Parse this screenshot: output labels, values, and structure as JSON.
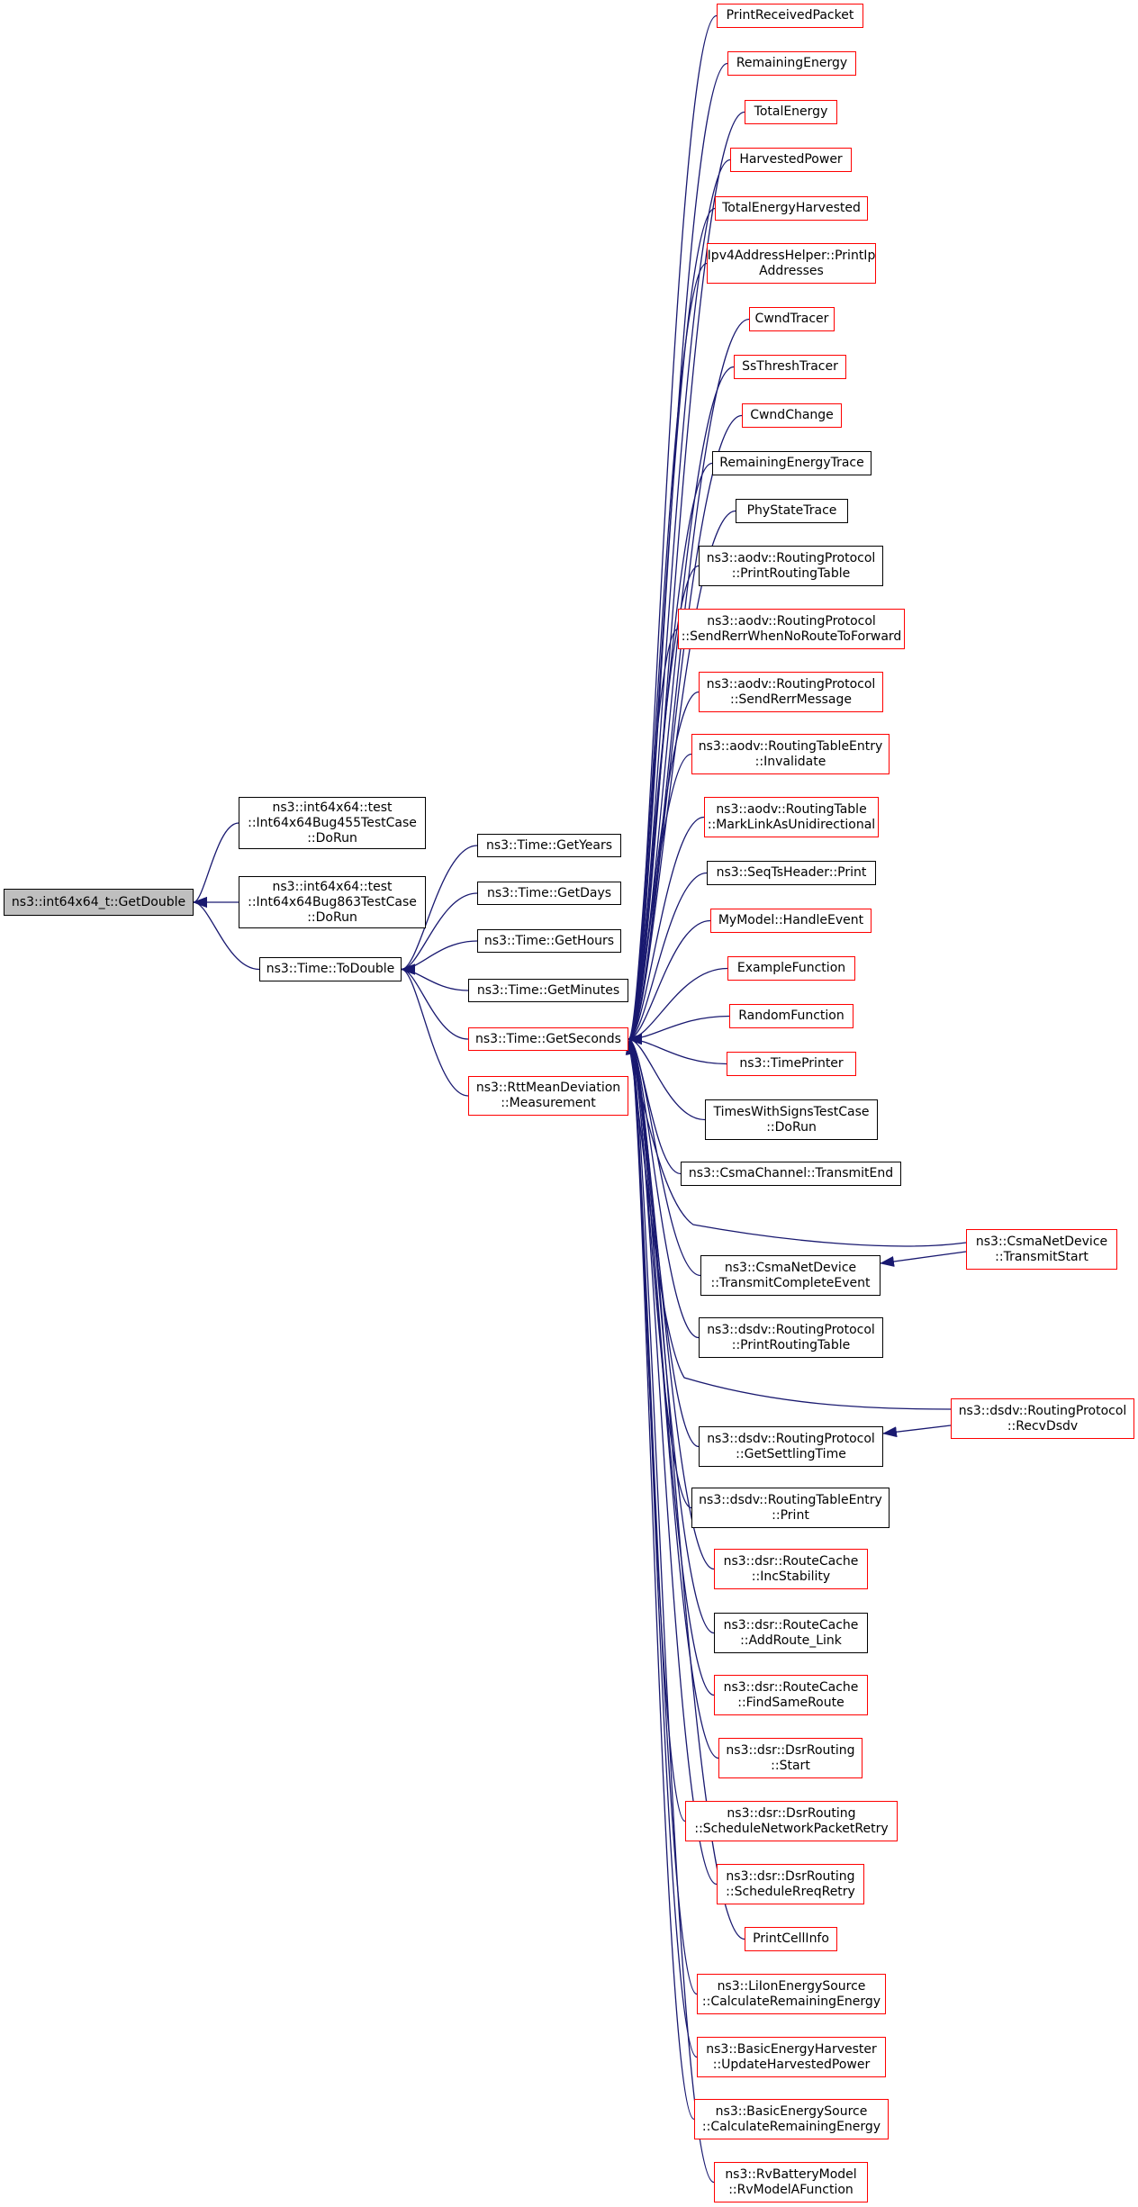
{
  "colors": {
    "edge": "#191970",
    "border_black": "#000000",
    "border_red": "#ff0000",
    "root_fill": "#bfbfbf"
  },
  "nodes": [
    {
      "id": "root",
      "lines": [
        "ns3::int64x64_t::GetDouble"
      ],
      "border": "black",
      "root": true
    },
    {
      "id": "bug455",
      "lines": [
        "ns3::int64x64::test",
        "::Int64x64Bug455TestCase",
        "::DoRun"
      ],
      "border": "black"
    },
    {
      "id": "bug863",
      "lines": [
        "ns3::int64x64::test",
        "::Int64x64Bug863TestCase",
        "::DoRun"
      ],
      "border": "black"
    },
    {
      "id": "todouble",
      "lines": [
        "ns3::Time::ToDouble"
      ],
      "border": "black"
    },
    {
      "id": "getyears",
      "lines": [
        "ns3::Time::GetYears"
      ],
      "border": "black"
    },
    {
      "id": "getdays",
      "lines": [
        "ns3::Time::GetDays"
      ],
      "border": "black"
    },
    {
      "id": "gethours",
      "lines": [
        "ns3::Time::GetHours"
      ],
      "border": "black"
    },
    {
      "id": "getminutes",
      "lines": [
        "ns3::Time::GetMinutes"
      ],
      "border": "black"
    },
    {
      "id": "getseconds",
      "lines": [
        "ns3::Time::GetSeconds"
      ],
      "border": "red"
    },
    {
      "id": "rttmean",
      "lines": [
        "ns3::RttMeanDeviation",
        "::Measurement"
      ],
      "border": "red"
    },
    {
      "id": "c00",
      "lines": [
        "PrintReceivedPacket"
      ],
      "border": "red"
    },
    {
      "id": "c01",
      "lines": [
        "RemainingEnergy"
      ],
      "border": "red"
    },
    {
      "id": "c02",
      "lines": [
        "TotalEnergy"
      ],
      "border": "red"
    },
    {
      "id": "c03",
      "lines": [
        "HarvestedPower"
      ],
      "border": "red"
    },
    {
      "id": "c04",
      "lines": [
        "TotalEnergyHarvested"
      ],
      "border": "red"
    },
    {
      "id": "c05",
      "lines": [
        "Ipv4AddressHelper::PrintIp",
        "Addresses"
      ],
      "border": "red"
    },
    {
      "id": "c06",
      "lines": [
        "CwndTracer"
      ],
      "border": "red"
    },
    {
      "id": "c07",
      "lines": [
        "SsThreshTracer"
      ],
      "border": "red"
    },
    {
      "id": "c08",
      "lines": [
        "CwndChange"
      ],
      "border": "red"
    },
    {
      "id": "c09",
      "lines": [
        "RemainingEnergyTrace"
      ],
      "border": "black"
    },
    {
      "id": "c10",
      "lines": [
        "PhyStateTrace"
      ],
      "border": "black"
    },
    {
      "id": "c11",
      "lines": [
        "ns3::aodv::RoutingProtocol",
        "::PrintRoutingTable"
      ],
      "border": "black"
    },
    {
      "id": "c12",
      "lines": [
        "ns3::aodv::RoutingProtocol",
        "::SendRerrWhenNoRouteToForward"
      ],
      "border": "red"
    },
    {
      "id": "c13",
      "lines": [
        "ns3::aodv::RoutingProtocol",
        "::SendRerrMessage"
      ],
      "border": "red"
    },
    {
      "id": "c14",
      "lines": [
        "ns3::aodv::RoutingTableEntry",
        "::Invalidate"
      ],
      "border": "red"
    },
    {
      "id": "c15",
      "lines": [
        "ns3::aodv::RoutingTable",
        "::MarkLinkAsUnidirectional"
      ],
      "border": "red"
    },
    {
      "id": "c16",
      "lines": [
        "ns3::SeqTsHeader::Print"
      ],
      "border": "black"
    },
    {
      "id": "c17",
      "lines": [
        "MyModel::HandleEvent"
      ],
      "border": "red"
    },
    {
      "id": "c18",
      "lines": [
        "ExampleFunction"
      ],
      "border": "red"
    },
    {
      "id": "c19",
      "lines": [
        "RandomFunction"
      ],
      "border": "red"
    },
    {
      "id": "c20",
      "lines": [
        "ns3::TimePrinter"
      ],
      "border": "red"
    },
    {
      "id": "c21",
      "lines": [
        "TimesWithSignsTestCase",
        "::DoRun"
      ],
      "border": "black"
    },
    {
      "id": "c22",
      "lines": [
        "ns3::CsmaChannel::TransmitEnd"
      ],
      "border": "black"
    },
    {
      "id": "c23",
      "lines": [
        "ns3::CsmaNetDevice",
        "::TransmitCompleteEvent"
      ],
      "border": "black"
    },
    {
      "id": "c24",
      "lines": [
        "ns3::dsdv::RoutingProtocol",
        "::PrintRoutingTable"
      ],
      "border": "black"
    },
    {
      "id": "c25",
      "lines": [
        "ns3::dsdv::RoutingProtocol",
        "::GetSettlingTime"
      ],
      "border": "black"
    },
    {
      "id": "c26",
      "lines": [
        "ns3::dsdv::RoutingTableEntry",
        "::Print"
      ],
      "border": "black"
    },
    {
      "id": "c27",
      "lines": [
        "ns3::dsr::RouteCache",
        "::IncStability"
      ],
      "border": "red"
    },
    {
      "id": "c28",
      "lines": [
        "ns3::dsr::RouteCache",
        "::AddRoute_Link"
      ],
      "border": "black"
    },
    {
      "id": "c29",
      "lines": [
        "ns3::dsr::RouteCache",
        "::FindSameRoute"
      ],
      "border": "red"
    },
    {
      "id": "c30",
      "lines": [
        "ns3::dsr::DsrRouting",
        "::Start"
      ],
      "border": "red"
    },
    {
      "id": "c31",
      "lines": [
        "ns3::dsr::DsrRouting",
        "::ScheduleNetworkPacketRetry"
      ],
      "border": "red"
    },
    {
      "id": "c32",
      "lines": [
        "ns3::dsr::DsrRouting",
        "::ScheduleRreqRetry"
      ],
      "border": "red"
    },
    {
      "id": "c33",
      "lines": [
        "PrintCellInfo"
      ],
      "border": "red"
    },
    {
      "id": "c34",
      "lines": [
        "ns3::LiIonEnergySource",
        "::CalculateRemainingEnergy"
      ],
      "border": "red"
    },
    {
      "id": "c35",
      "lines": [
        "ns3::BasicEnergyHarvester",
        "::UpdateHarvestedPower"
      ],
      "border": "red"
    },
    {
      "id": "c36",
      "lines": [
        "ns3::BasicEnergySource",
        "::CalculateRemainingEnergy"
      ],
      "border": "red"
    },
    {
      "id": "c37",
      "lines": [
        "ns3::RvBatteryModel",
        "::RvModelAFunction"
      ],
      "border": "red"
    },
    {
      "id": "csmastart",
      "lines": [
        "ns3::CsmaNetDevice",
        "::TransmitStart"
      ],
      "border": "red"
    },
    {
      "id": "recvdsdv",
      "lines": [
        "ns3::dsdv::RoutingProtocol",
        "::RecvDsdv"
      ],
      "border": "red"
    }
  ],
  "edges": [
    {
      "from": "bug455",
      "to": "root"
    },
    {
      "from": "bug863",
      "to": "root"
    },
    {
      "from": "todouble",
      "to": "root"
    },
    {
      "from": "getyears",
      "to": "todouble"
    },
    {
      "from": "getdays",
      "to": "todouble"
    },
    {
      "from": "gethours",
      "to": "todouble"
    },
    {
      "from": "getminutes",
      "to": "todouble"
    },
    {
      "from": "getseconds",
      "to": "todouble"
    },
    {
      "from": "rttmean",
      "to": "todouble"
    },
    {
      "from": "c00",
      "to": "getseconds"
    },
    {
      "from": "c01",
      "to": "getseconds"
    },
    {
      "from": "c02",
      "to": "getseconds"
    },
    {
      "from": "c03",
      "to": "getseconds"
    },
    {
      "from": "c04",
      "to": "getseconds"
    },
    {
      "from": "c05",
      "to": "getseconds"
    },
    {
      "from": "c06",
      "to": "getseconds"
    },
    {
      "from": "c07",
      "to": "getseconds"
    },
    {
      "from": "c08",
      "to": "getseconds"
    },
    {
      "from": "c09",
      "to": "getseconds"
    },
    {
      "from": "c10",
      "to": "getseconds"
    },
    {
      "from": "c11",
      "to": "getseconds"
    },
    {
      "from": "c12",
      "to": "getseconds"
    },
    {
      "from": "c13",
      "to": "getseconds"
    },
    {
      "from": "c14",
      "to": "getseconds"
    },
    {
      "from": "c15",
      "to": "getseconds"
    },
    {
      "from": "c16",
      "to": "getseconds"
    },
    {
      "from": "c17",
      "to": "getseconds"
    },
    {
      "from": "c18",
      "to": "getseconds"
    },
    {
      "from": "c19",
      "to": "getseconds"
    },
    {
      "from": "c20",
      "to": "getseconds"
    },
    {
      "from": "c21",
      "to": "getseconds"
    },
    {
      "from": "c22",
      "to": "getseconds"
    },
    {
      "from": "c23",
      "to": "getseconds"
    },
    {
      "from": "c24",
      "to": "getseconds"
    },
    {
      "from": "c25",
      "to": "getseconds"
    },
    {
      "from": "c26",
      "to": "getseconds"
    },
    {
      "from": "c27",
      "to": "getseconds"
    },
    {
      "from": "c28",
      "to": "getseconds"
    },
    {
      "from": "c29",
      "to": "getseconds"
    },
    {
      "from": "c30",
      "to": "getseconds"
    },
    {
      "from": "c31",
      "to": "getseconds"
    },
    {
      "from": "c32",
      "to": "getseconds"
    },
    {
      "from": "c33",
      "to": "getseconds"
    },
    {
      "from": "c34",
      "to": "getseconds"
    },
    {
      "from": "c35",
      "to": "getseconds"
    },
    {
      "from": "c36",
      "to": "getseconds"
    },
    {
      "from": "c37",
      "to": "getseconds"
    },
    {
      "from": "csmastart",
      "to": "getseconds"
    },
    {
      "from": "recvdsdv",
      "to": "getseconds"
    },
    {
      "from": "csmastart",
      "to": "c23"
    },
    {
      "from": "recvdsdv",
      "to": "c25"
    }
  ]
}
